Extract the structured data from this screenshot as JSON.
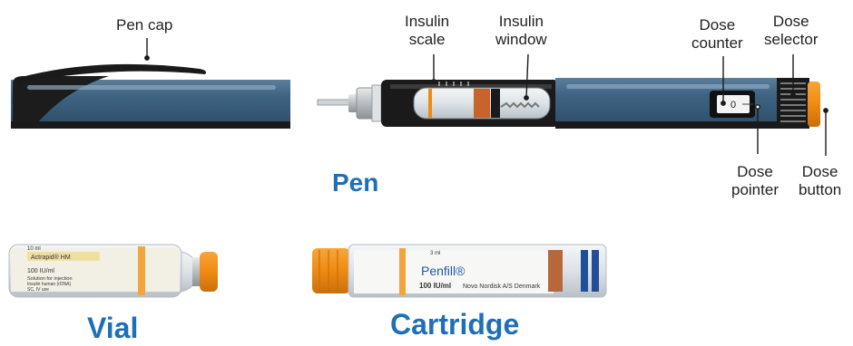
{
  "labels": {
    "pen_cap": "Pen cap",
    "insulin_scale": [
      "Insulin",
      "scale"
    ],
    "insulin_window": [
      "Insulin",
      "window"
    ],
    "dose_counter": [
      "Dose",
      "counter"
    ],
    "dose_selector": [
      "Dose",
      "selector"
    ],
    "dose_pointer": [
      "Dose",
      "pointer"
    ],
    "dose_button": [
      "Dose",
      "button"
    ],
    "counter_value": "0"
  },
  "headings": {
    "pen": "Pen",
    "vial": "Vial",
    "cartridge": "Cartridge"
  },
  "vial_label": {
    "volume": "10 ml",
    "brand": "Actrapid® HM",
    "strength": "100 IU/ml",
    "line1": "Solution for injection",
    "line2": "Insulin human (rDNA)",
    "line3": "SC, IV use"
  },
  "cartridge_label": {
    "volume": "3 ml",
    "brand": "Penfill®",
    "strength": "100 IU/ml",
    "maker": "Novo Nordisk A/S Denmark"
  },
  "colors": {
    "pen_body": "#3d6280",
    "pen_black": "#1a1a1a",
    "heading_blue": "#1f6fb6",
    "orange": "#f08a12",
    "insulin_fill": "#c0c8cf",
    "stopper": "#c8642a"
  }
}
